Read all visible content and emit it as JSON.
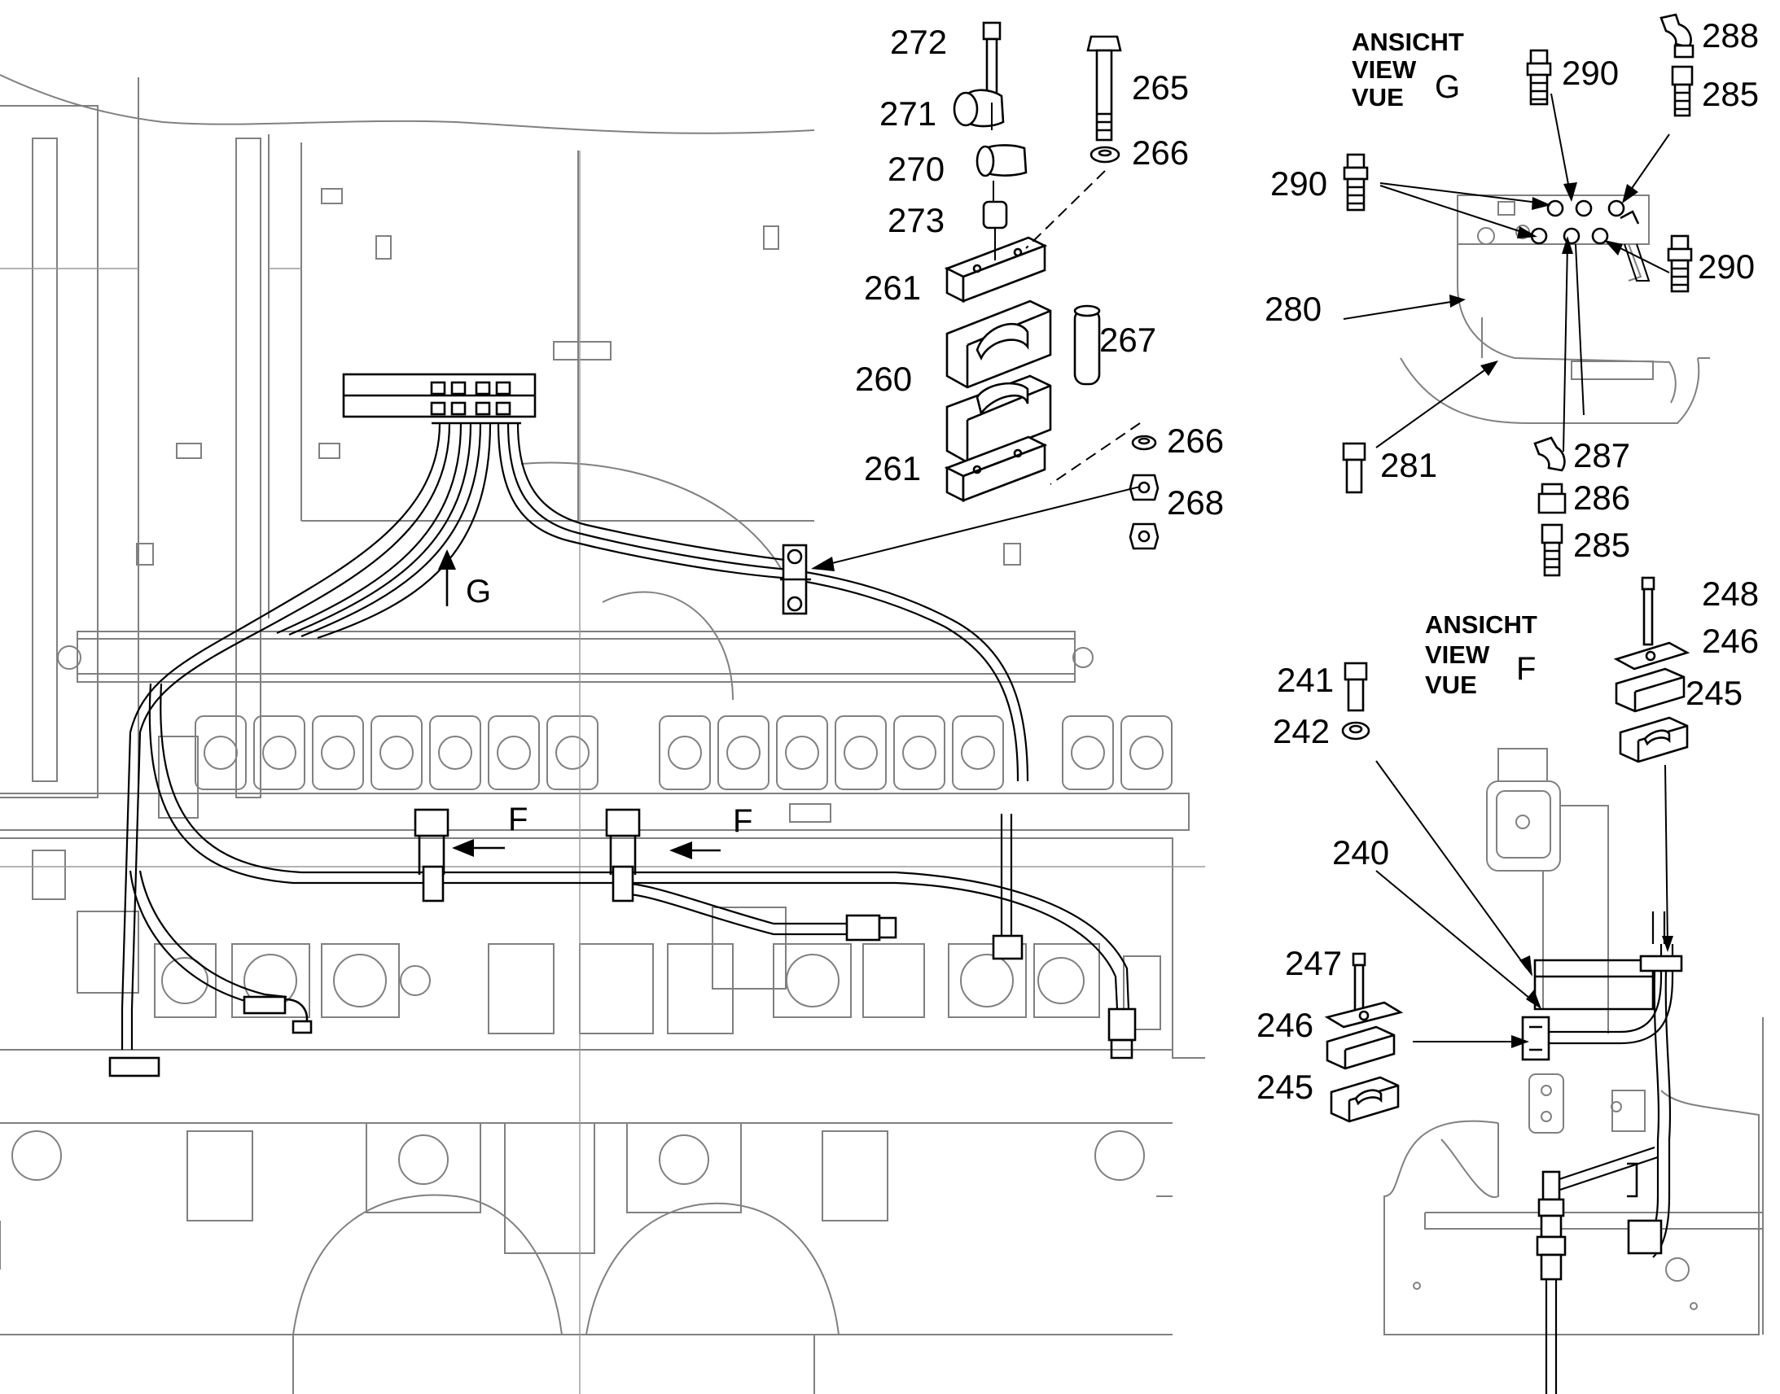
{
  "diagram": {
    "part_numbers": {
      "p240": "240",
      "p241": "241",
      "p242": "242",
      "p245a": "245",
      "p245b": "245",
      "p246a": "246",
      "p246b": "246",
      "p247": "247",
      "p248": "248",
      "p260": "260",
      "p261a": "261",
      "p261b": "261",
      "p265": "265",
      "p266a": "266",
      "p266b": "266",
      "p267": "267",
      "p268": "268",
      "p270": "270",
      "p271": "271",
      "p272": "272",
      "p273": "273",
      "p280": "280",
      "p281": "281",
      "p285a": "285",
      "p285b": "285",
      "p286": "286",
      "p287": "287",
      "p288": "288",
      "p290a": "290",
      "p290b": "290",
      "p290c": "290"
    },
    "views": {
      "g": {
        "line1": "ANSICHT",
        "line2": "VIEW",
        "line3": "VUE",
        "letter": "G"
      },
      "f": {
        "line1": "ANSICHT",
        "line2": "VIEW",
        "line3": "VUE",
        "letter": "F"
      }
    },
    "arrow_labels": {
      "g": "G",
      "f1": "F",
      "f2": "F"
    }
  }
}
